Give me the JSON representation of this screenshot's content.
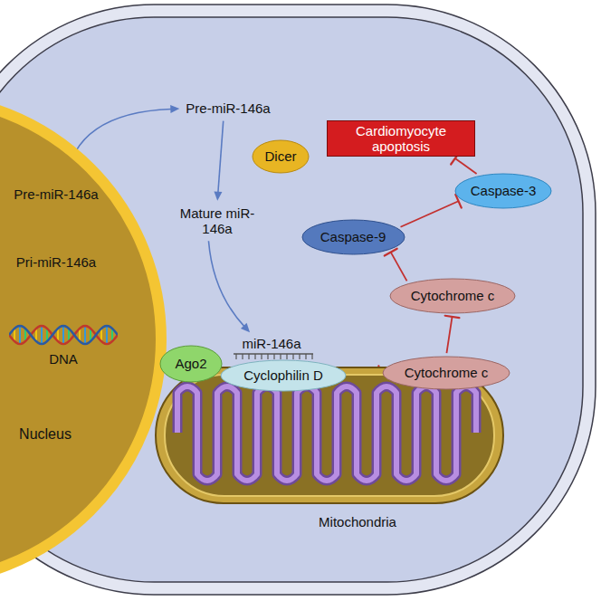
{
  "diagram": {
    "nodes": [
      {
        "text": [
          "Nucleus"
        ]
      },
      {
        "text": [
          "Pre-miR-146a"
        ],
        "in": 0
      },
      {
        "text": [
          "Pri-miR-146a"
        ],
        "in": 0
      },
      {
        "text": [
          "DNA"
        ],
        "in": 0
      },
      {
        "text": [
          "Pre-miR-146a"
        ]
      },
      {
        "text": [
          "Dicer"
        ]
      },
      {
        "text": [
          "Mature miR-146a"
        ]
      },
      {
        "text": [
          "Cardiomyocyte apoptosis"
        ]
      },
      {
        "text": [
          "Caspase-9"
        ]
      },
      {
        "text": [
          "Caspase-3"
        ]
      },
      {
        "text": [
          "Cytochrome c"
        ]
      },
      {
        "text": [
          "Mitochondria"
        ]
      },
      {
        "text": [
          "Ago2"
        ]
      },
      {
        "text": [
          "miR-146a"
        ]
      },
      {
        "text": [
          "Cyclophilin D"
        ]
      },
      {
        "text": [
          "Cytochrome c"
        ]
      }
    ],
    "edges": [
      {
        "from": 3,
        "to": 2,
        "arrow": "to"
      },
      {
        "from": 2,
        "to": 1,
        "arrow": "to"
      },
      {
        "from": 1,
        "to": 4,
        "arrow": "to"
      },
      {
        "from": 4,
        "to": 6,
        "arrow": "to"
      },
      {
        "from": 6,
        "to": 13,
        "arrow": "to"
      },
      {
        "from": 14,
        "to": 15,
        "arrow": "to"
      },
      {
        "from": 15,
        "to": 10,
        "arrow": "to"
      },
      {
        "from": 10,
        "to": 8,
        "arrow": "to"
      },
      {
        "from": 8,
        "to": 9,
        "arrow": "to"
      },
      {
        "from": 9,
        "to": 7,
        "arrow": "to"
      }
    ]
  }
}
